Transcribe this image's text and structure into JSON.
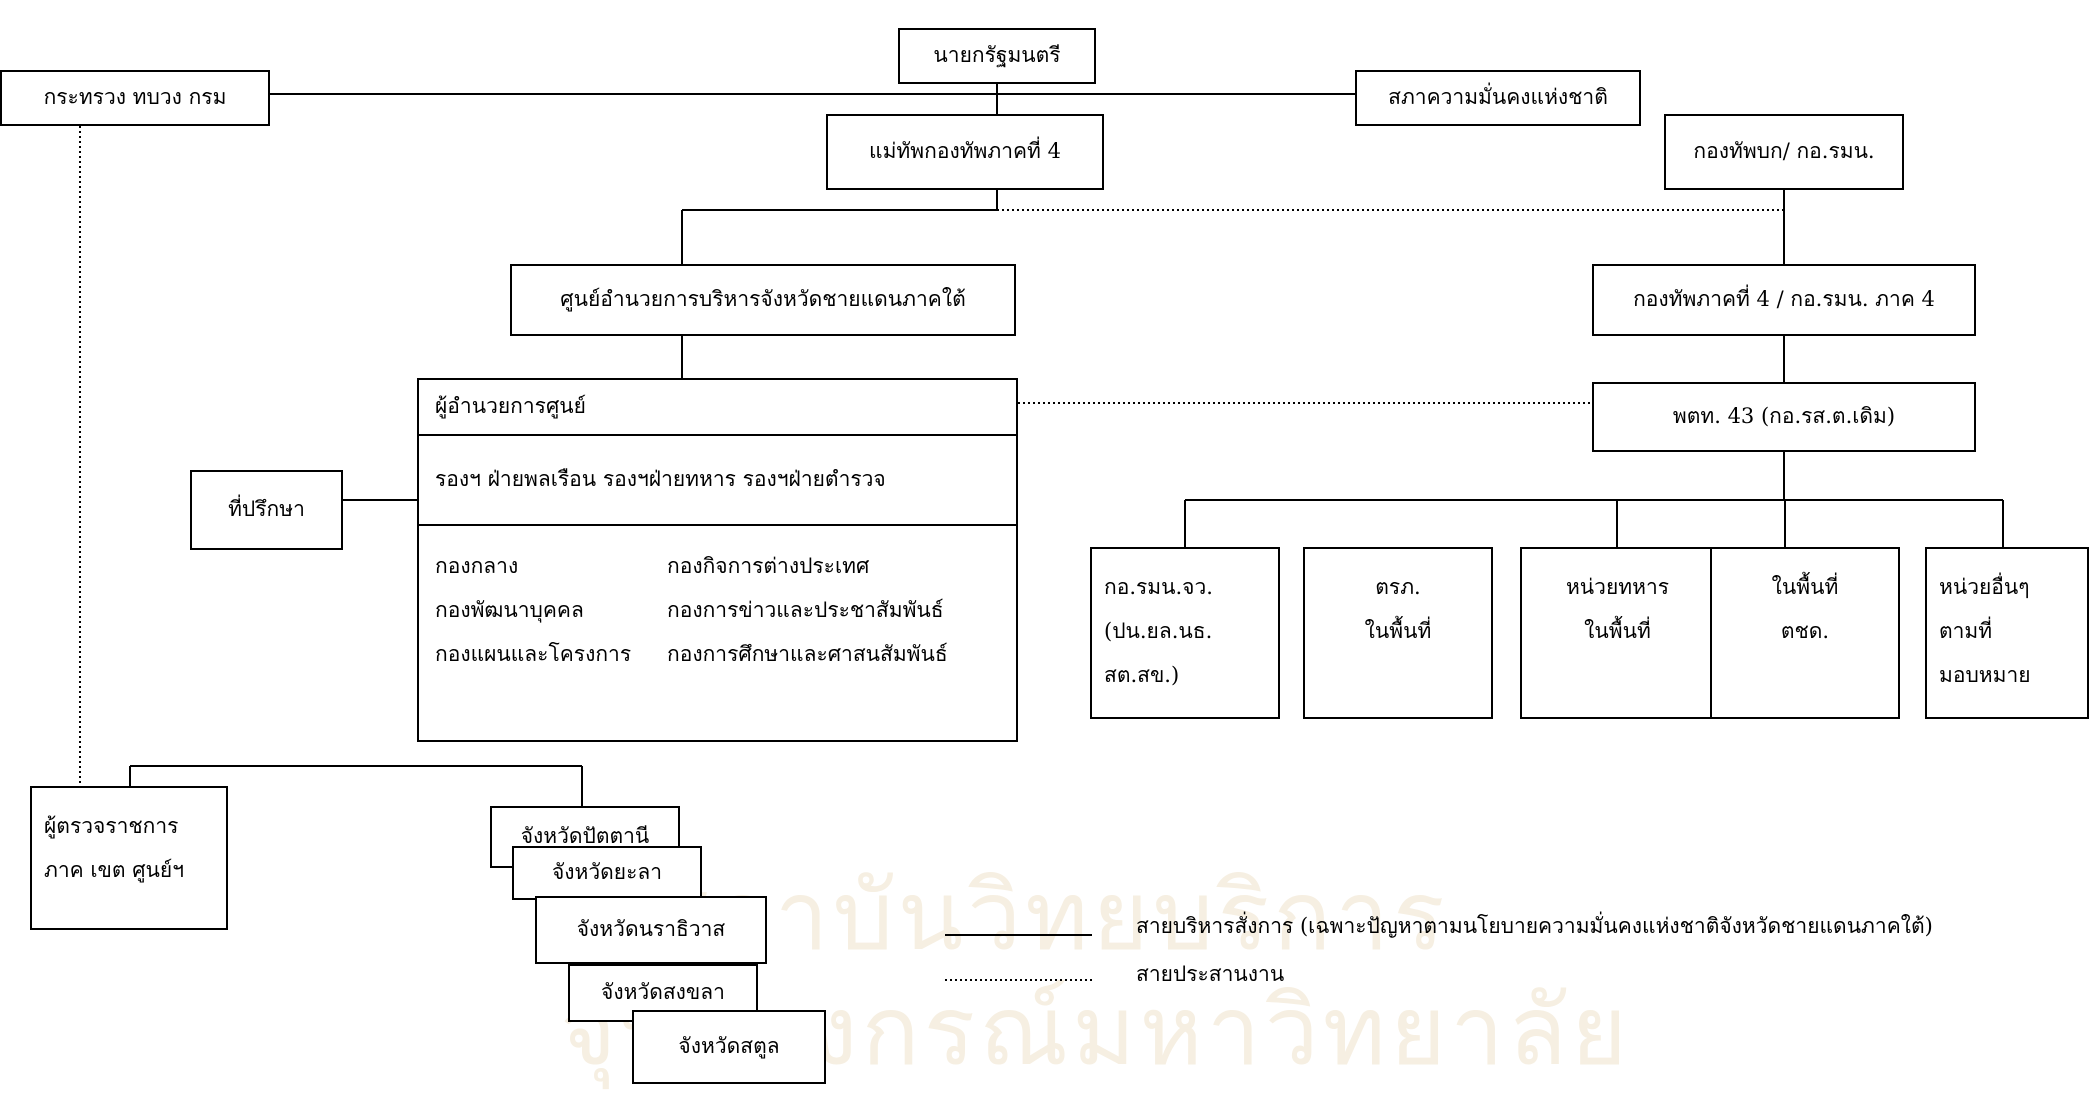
{
  "watermark": {
    "line1": "สถาบันวิทยบริการ",
    "line2": "จุฬาลงกรณ์มหาวิทยาลัย"
  },
  "nodes": {
    "pm": "นายกรัฐมนตรี",
    "ministry": "กระทรวง ทบวง กรม",
    "nsc": "สภาความมั่นคงแห่งชาติ",
    "army4": "แม่ทัพกองทัพภาคที่ 4",
    "rtarf": "กองทัพบก/ กอ.รมน.",
    "sbpac": "ศูนย์อำนวยการบริหารจังหวัดชายแดนภาคใต้",
    "army4_isoc": "กองทัพภาคที่ 4 / กอ.รมน. ภาค 4",
    "director": "ผู้อำนวยการศูนย์",
    "cpm43": "พตท. 43 (กอ.รส.ต.เดิม)",
    "deputies": "รองฯ ฝ่ายพลเรือน  รองฯฝ่ายทหาร  รองฯฝ่ายตำรวจ",
    "advisor": "ที่ปรึกษา",
    "divisions_left": [
      "กองกลาง",
      "กองพัฒนาบุคคล",
      "กองแผนและโครงการ"
    ],
    "divisions_right": [
      "กองกิจการต่างประเทศ",
      "กองการข่าวและประชาสัมพันธ์",
      "กองการศึกษาและศาสนสัมพันธ์"
    ],
    "isoc_prov": [
      "กอ.รมน.จว.",
      "(ปน.ยล.นธ.",
      "สต.สข.)"
    ],
    "police": [
      "ตรภ.",
      "ในพื้นที่"
    ],
    "military": [
      "หน่วยทหาร",
      "ในพื้นที่"
    ],
    "border": [
      "ในพื้นที่",
      "ตชด."
    ],
    "others": [
      "หน่วยอื่นๆ",
      "ตามที่",
      "มอบหมาย"
    ],
    "inspector": [
      "ผู้ตรวจราชการ",
      "ภาค เขต ศูนย์ฯ"
    ],
    "provinces": [
      "จังหวัดปัตตานี",
      "จังหวัดยะลา",
      "จังหวัดนราธิวาส",
      "จังหวัดสงขลา",
      "จังหวัดสตูล"
    ]
  },
  "legend": {
    "solid": "สายบริหารสั่งการ  (เฉพาะปัญหาตามนโยบายความมั่นคงแห่งชาติจังหวัดชายแดนภาคใต้)",
    "dotted": "สายประสานงาน"
  }
}
